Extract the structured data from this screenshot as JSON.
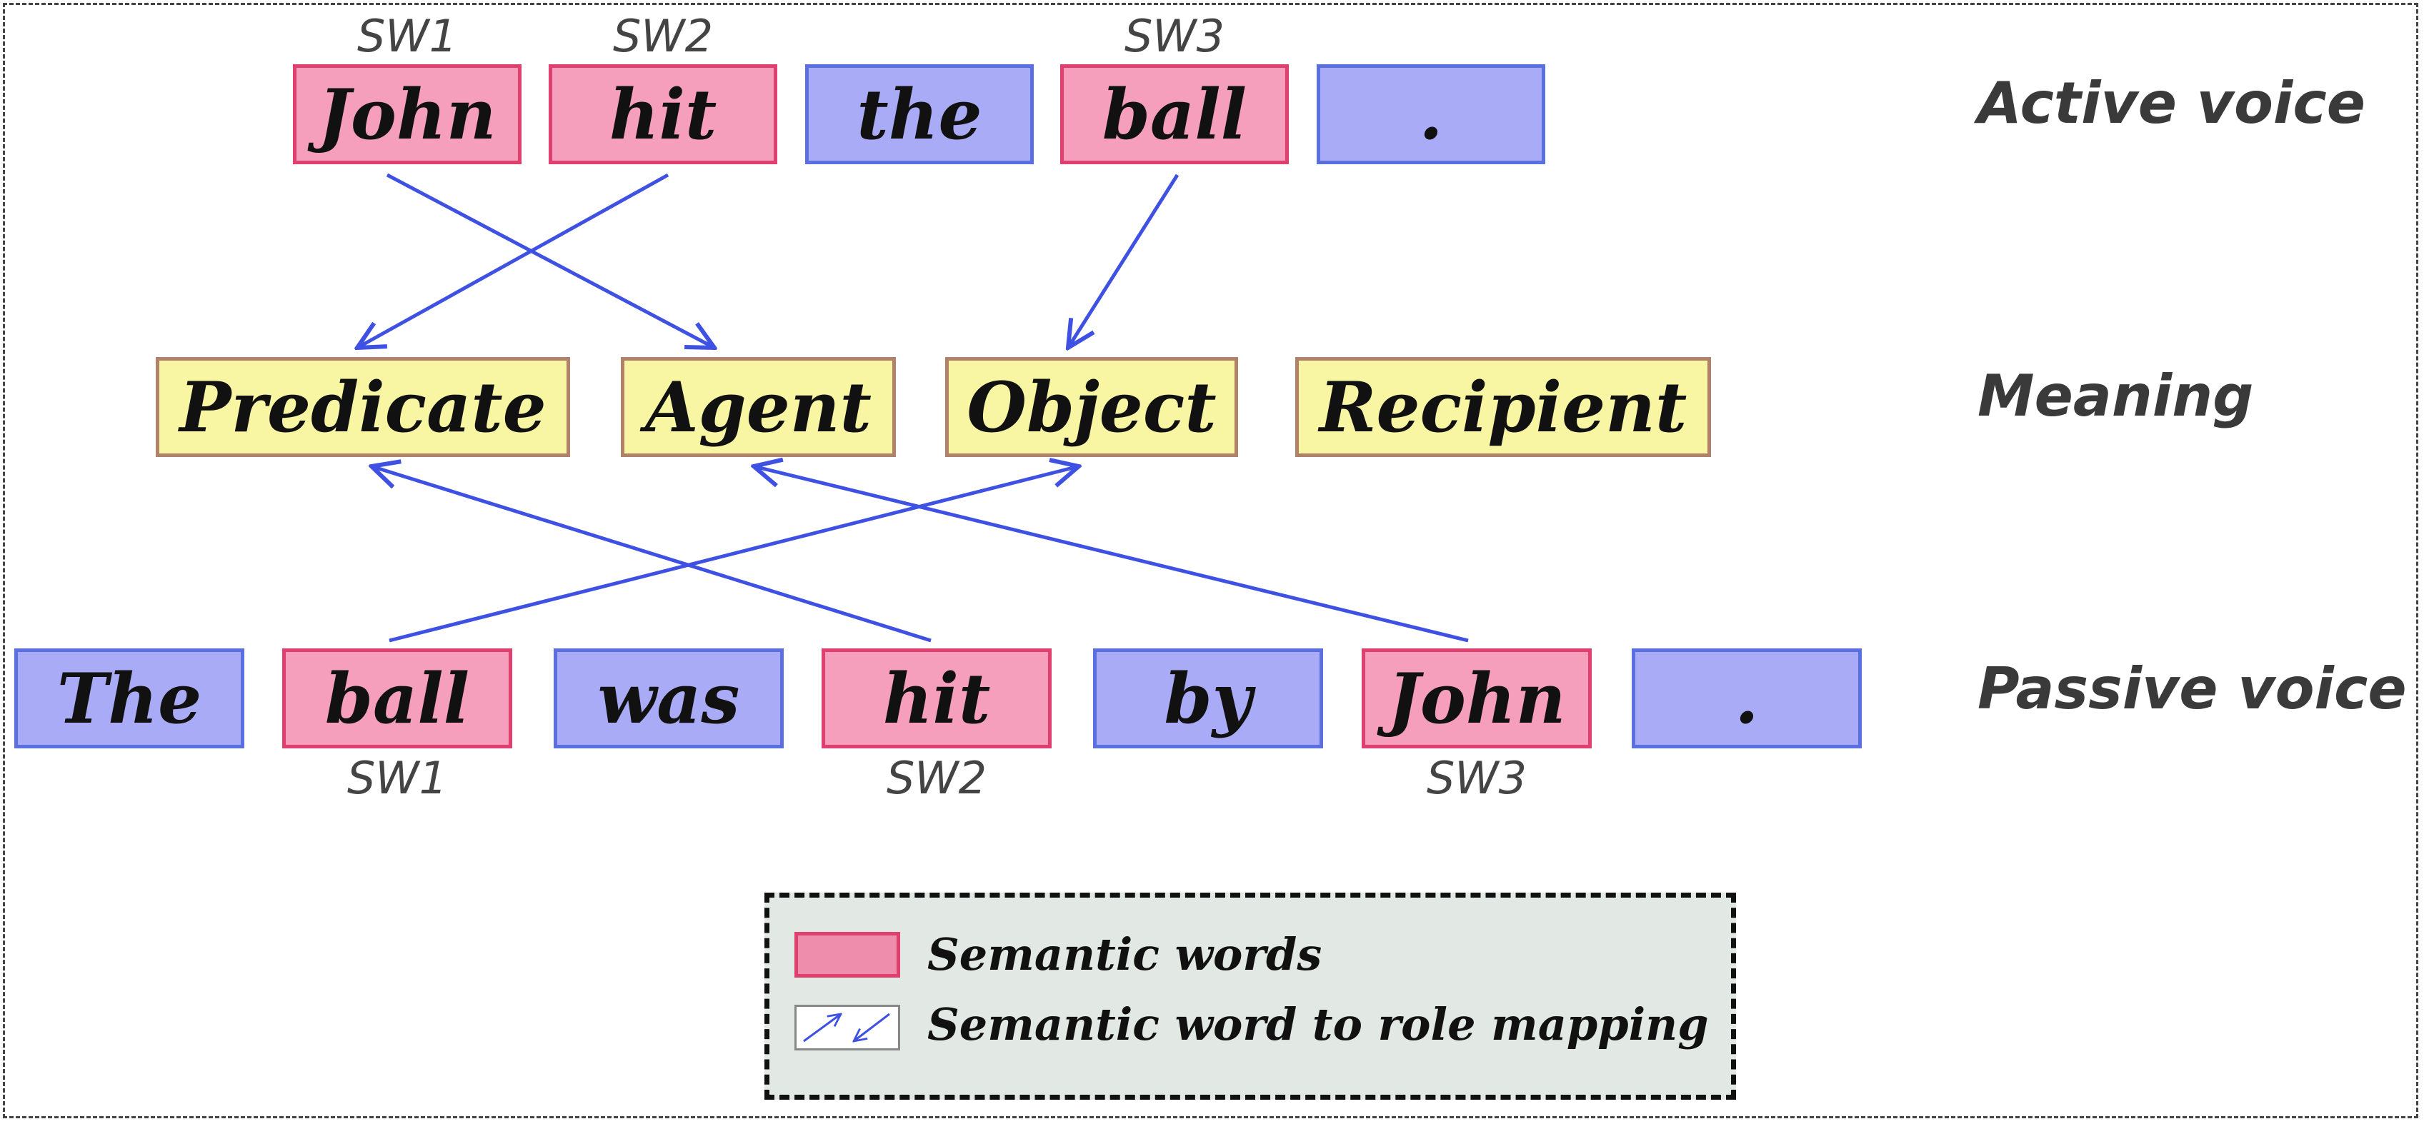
{
  "active": {
    "label": "Active voice",
    "words": [
      {
        "text": "John",
        "type": "semantic",
        "sw": "SW1"
      },
      {
        "text": "hit",
        "type": "semantic",
        "sw": "SW2"
      },
      {
        "text": "the",
        "type": "function",
        "sw": ""
      },
      {
        "text": "ball",
        "type": "semantic",
        "sw": "SW3"
      },
      {
        "text": ".",
        "type": "function",
        "sw": ""
      }
    ]
  },
  "meaning": {
    "label": "Meaning",
    "roles": [
      "Predicate",
      "Agent",
      "Object",
      "Recipient"
    ]
  },
  "passive": {
    "label": "Passive voice",
    "words": [
      {
        "text": "The",
        "type": "function",
        "sw": ""
      },
      {
        "text": "ball",
        "type": "semantic",
        "sw": "SW1"
      },
      {
        "text": "was",
        "type": "function",
        "sw": ""
      },
      {
        "text": "hit",
        "type": "semantic",
        "sw": "SW2"
      },
      {
        "text": "by",
        "type": "function",
        "sw": ""
      },
      {
        "text": "John",
        "type": "semantic",
        "sw": "SW3"
      },
      {
        "text": ".",
        "type": "function",
        "sw": ""
      }
    ]
  },
  "mappings": {
    "active": [
      {
        "from": "John",
        "to": "Agent"
      },
      {
        "from": "hit",
        "to": "Predicate"
      },
      {
        "from": "ball",
        "to": "Object"
      }
    ],
    "passive": [
      {
        "from": "ball",
        "to": "Object"
      },
      {
        "from": "hit",
        "to": "Predicate"
      },
      {
        "from": "John",
        "to": "Agent"
      }
    ]
  },
  "legend": {
    "semantic_words": "Semantic words",
    "mapping": "Semantic word to role mapping"
  },
  "colors": {
    "semantic_fill": "#f59fbc",
    "semantic_border": "#e0406e",
    "function_fill": "#a9abf7",
    "function_border": "#5a6fe0",
    "role_fill": "#f8f6a2",
    "role_border": "#b0826a",
    "arrow": "#3f51e3"
  }
}
